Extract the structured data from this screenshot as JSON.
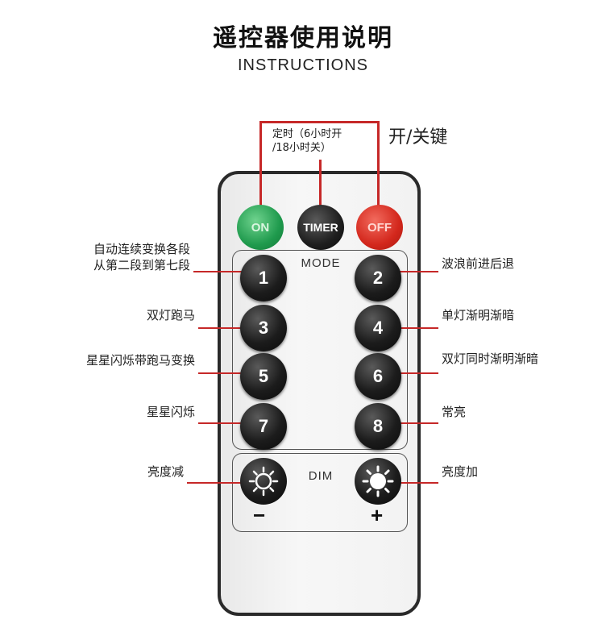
{
  "title_cn": "遥控器使用说明",
  "title_en": "INSTRUCTIONS",
  "timer_note_line1": "定时（6小时开",
  "timer_note_line2": "/18小时关）",
  "power_note": "开/关键",
  "buttons": {
    "on": "ON",
    "timer": "TIMER",
    "off": "OFF",
    "b1": "1",
    "b2": "2",
    "b3": "3",
    "b4": "4",
    "b5": "5",
    "b6": "6",
    "b7": "7",
    "b8": "8"
  },
  "mode_label": "MODE",
  "dim_label": "DIM",
  "minus": "−",
  "plus": "+",
  "left_labels": {
    "b1_line1": "自动连续变换各段",
    "b1_line2": "从第二段到第七段",
    "b3": "双灯跑马",
    "b5": "星星闪烁带跑马变换",
    "b7": "星星闪烁",
    "dim_minus": "亮度减"
  },
  "right_labels": {
    "b2": "波浪前进后退",
    "b4": "单灯渐明渐暗",
    "b6": "双灯同时渐明渐暗",
    "b8": "常亮",
    "dim_plus": "亮度加"
  },
  "colors": {
    "pointer_line": "#c62828",
    "on_button": "#1f9a4d",
    "off_button": "#d3271c",
    "number_button": "#1c1c1c",
    "remote_border": "#2a2a2a"
  },
  "icons": [
    "sun-icon",
    "sun-icon"
  ]
}
